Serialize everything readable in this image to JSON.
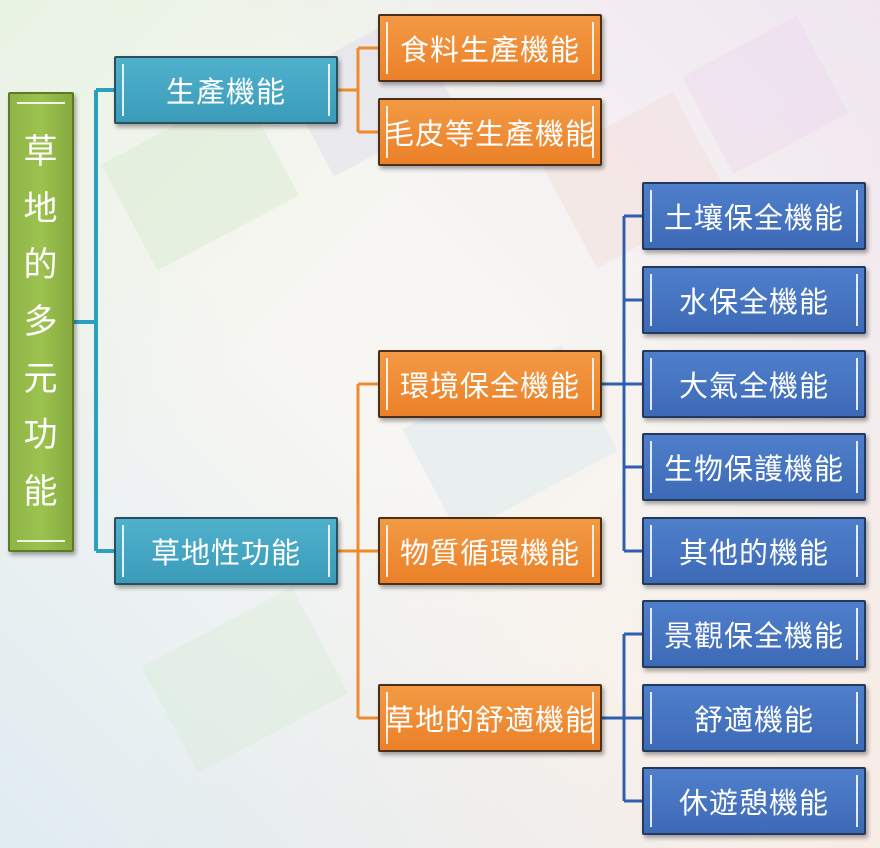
{
  "root": {
    "label": "草地的多元功能",
    "chars": [
      "草",
      "地",
      "的",
      "多",
      "元",
      "功",
      "能"
    ],
    "color": "#9cc24f"
  },
  "level1": [
    {
      "id": "production",
      "label": "生產機能"
    },
    {
      "id": "grassland",
      "label": "草地性功能"
    }
  ],
  "level2": [
    {
      "id": "food",
      "label": "食料生產機能",
      "parent": "production"
    },
    {
      "id": "fur",
      "label": "毛皮等生產機能",
      "parent": "production"
    },
    {
      "id": "env",
      "label": "環境保全機能",
      "parent": "grassland"
    },
    {
      "id": "cycle",
      "label": "物質循環機能",
      "parent": "grassland"
    },
    {
      "id": "amenity",
      "label": "草地的舒適機能",
      "parent": "grassland"
    }
  ],
  "level3": [
    {
      "id": "soil",
      "label": "土壤保全機能",
      "parent": "env"
    },
    {
      "id": "water",
      "label": "水保全機能",
      "parent": "env"
    },
    {
      "id": "air",
      "label": "大氣全機能",
      "parent": "env"
    },
    {
      "id": "bio",
      "label": "生物保護機能",
      "parent": "env"
    },
    {
      "id": "other",
      "label": "其他的機能",
      "parent": "env"
    },
    {
      "id": "landscape",
      "label": "景觀保全機能",
      "parent": "amenity"
    },
    {
      "id": "comfort",
      "label": "舒適機能",
      "parent": "amenity"
    },
    {
      "id": "recreation",
      "label": "休遊憩機能",
      "parent": "amenity"
    }
  ],
  "colors": {
    "root": "#9cc24f",
    "level1": "#3a9cb9",
    "level2": "#eb8128",
    "level3": "#3d6ab6",
    "connector_teal": "#2d9fc0",
    "connector_orange": "#f08a2e",
    "connector_blue": "#2f5fae"
  }
}
